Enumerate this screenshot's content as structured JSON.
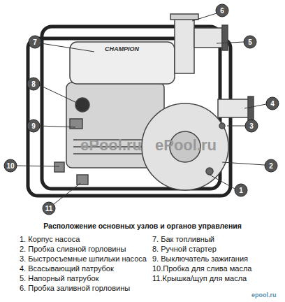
{
  "diagram": {
    "title": "Расположение основных узлов и органов управления",
    "labels": [
      "1",
      "2",
      "3",
      "4",
      "5",
      "6",
      "7",
      "8",
      "9",
      "10",
      "11",
      "CHAMPION",
      "1. Корпус насоса",
      "2. Пробка сливной горловины",
      "3. Быстросъемные шпильки насоса",
      "4. Всасывающий патрубок",
      "5. Напорный патрубок",
      "6. Пробка заливной горловины",
      "7. Бак топливный",
      "8. Ручной стартер",
      "9. Выключатель зажигания",
      "10.Пробка для слива масла",
      "11.Крышка/щуп для масла",
      "ePool.ru",
      "ePool.ru",
      "epool.ru"
    ]
  }
}
